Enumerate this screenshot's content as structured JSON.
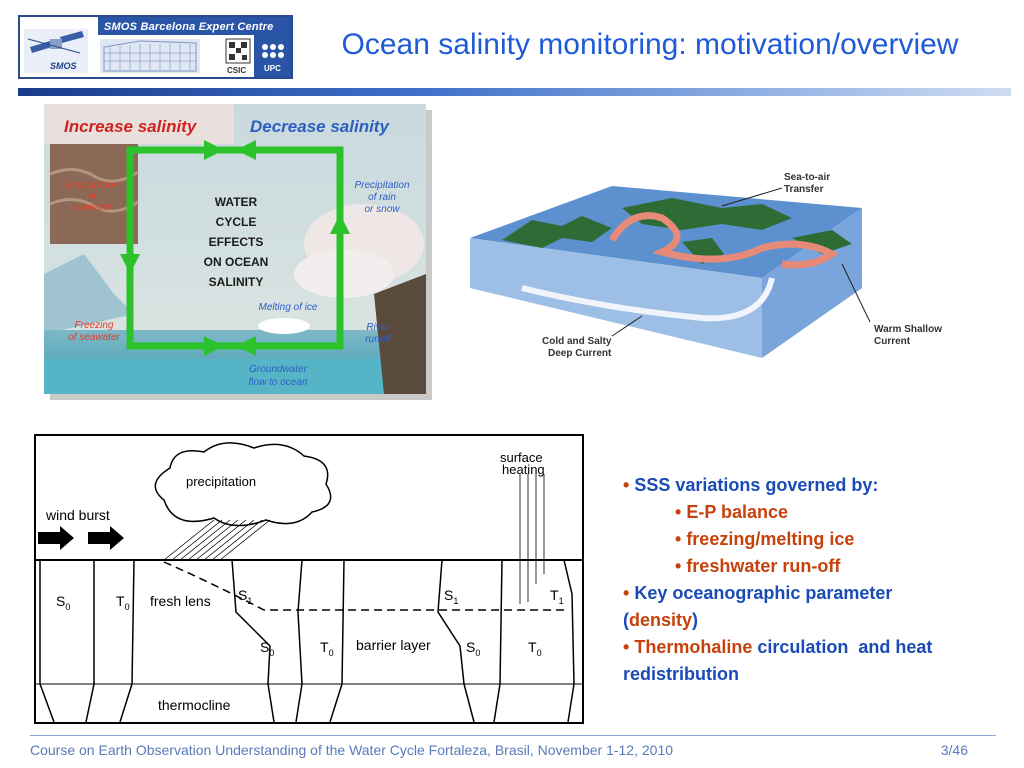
{
  "header": {
    "logo_ribbon": "SMOS Barcelona Expert Centre",
    "logo_smos": "SMOS",
    "logo_csic": "CSIC",
    "logo_upc": "UPC",
    "title": "Ocean salinity monitoring: motivation/overview"
  },
  "figure1": {
    "increase": "Increase salinity",
    "decrease": "Decrease salinity",
    "evaporation": [
      "Evaporation",
      "of",
      "seawater"
    ],
    "freezing": [
      "Freezing",
      "of seawater"
    ],
    "center": [
      "WATER",
      "CYCLE",
      "EFFECTS",
      "ON OCEAN",
      "SALINITY"
    ],
    "precip": [
      "Precipitation",
      "of rain",
      "or snow"
    ],
    "melting": "Melting of ice",
    "river": [
      "River",
      "runoff"
    ],
    "groundwater": [
      "Groundwater",
      "flow to ocean"
    ]
  },
  "figure2": {
    "sea_to_air": [
      "Sea-to-air",
      "Transfer"
    ],
    "cold_salty": [
      "Cold and Salty",
      "Deep Current"
    ],
    "warm_shallow": [
      "Warm Shallow",
      "Current"
    ]
  },
  "figure3": {
    "precipitation": "precipitation",
    "surface_heating": [
      "surface",
      "heating"
    ],
    "wind_burst": "wind burst",
    "fresh_lens": "fresh lens",
    "barrier_layer": "barrier layer",
    "thermocline": "thermocline",
    "s": "S",
    "t": "T",
    "sub0": "0",
    "sub1": "1"
  },
  "bullets": {
    "b1": "SSS variations governed by:",
    "b1a": "E-P balance",
    "b1b": "freezing/melting ice",
    "b1c": "freshwater run-off",
    "b2": "Key oceanographic parameter",
    "b2_open": "(",
    "b2_density": "density",
    "b2_close": ")",
    "b3_red": "Thermohaline",
    "b3_rest": "circulation  and heat",
    "b3_line2": "redistribution"
  },
  "footer": {
    "text": "Course on Earth Observation Understanding of the Water Cycle Fortaleza, Brasil, November 1-12, 2010",
    "page": "3/46"
  }
}
